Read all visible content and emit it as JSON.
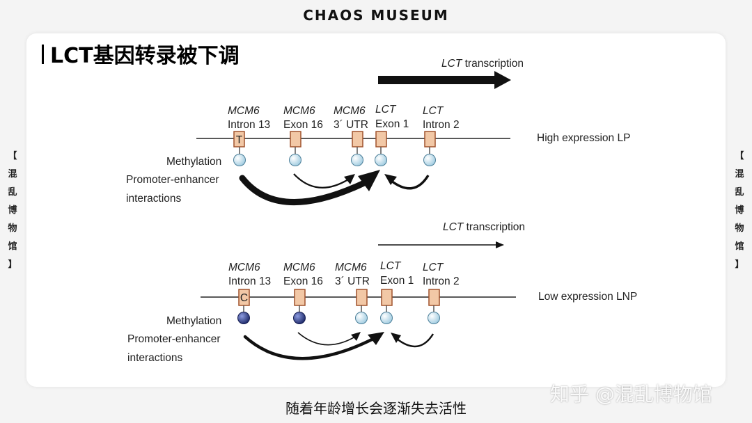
{
  "brand": "CHAOS MUSEUM",
  "side_label": [
    "【",
    "混",
    "乱",
    "博",
    "物",
    "馆",
    "】"
  ],
  "title": "LCT基因转录被下调",
  "caption": "随着年龄增长会逐渐失去活性",
  "watermark": "知乎 @混乱博物馆",
  "colors": {
    "box_fill": "#f2c8a6",
    "box_stroke": "#a0522d",
    "unmethylated": "#cfe7f0",
    "methylated": "#2f3f86",
    "arrow": "#111111"
  },
  "legend_labels": {
    "methylation": "Methylation",
    "promoter_enhancer": "Promoter-enhancer",
    "interactions": "interactions"
  },
  "panels": [
    {
      "transcription_label_gene": "LCT",
      "transcription_label_rest": "transcription",
      "transcription_strength": "strong",
      "expression": "High expression LP",
      "snp_letter": "T",
      "regions": [
        {
          "gene": "MCM6",
          "region": "Intron 13",
          "methylated": false
        },
        {
          "gene": "MCM6",
          "region": "Exon 16",
          "methylated": false
        },
        {
          "gene": "MCM6",
          "region": "3´ UTR",
          "methylated": false
        },
        {
          "gene": "LCT",
          "region": "Exon 1",
          "methylated": false
        },
        {
          "gene": "LCT",
          "region": "Intron 2",
          "methylated": false
        }
      ]
    },
    {
      "transcription_label_gene": "LCT",
      "transcription_label_rest": "transcription",
      "transcription_strength": "weak",
      "expression": "Low expression LNP",
      "snp_letter": "C",
      "regions": [
        {
          "gene": "MCM6",
          "region": "Intron 13",
          "methylated": true
        },
        {
          "gene": "MCM6",
          "region": "Exon 16",
          "methylated": true
        },
        {
          "gene": "MCM6",
          "region": "3´ UTR",
          "methylated": false
        },
        {
          "gene": "LCT",
          "region": "Exon 1",
          "methylated": false
        },
        {
          "gene": "LCT",
          "region": "Intron 2",
          "methylated": false
        }
      ]
    }
  ]
}
